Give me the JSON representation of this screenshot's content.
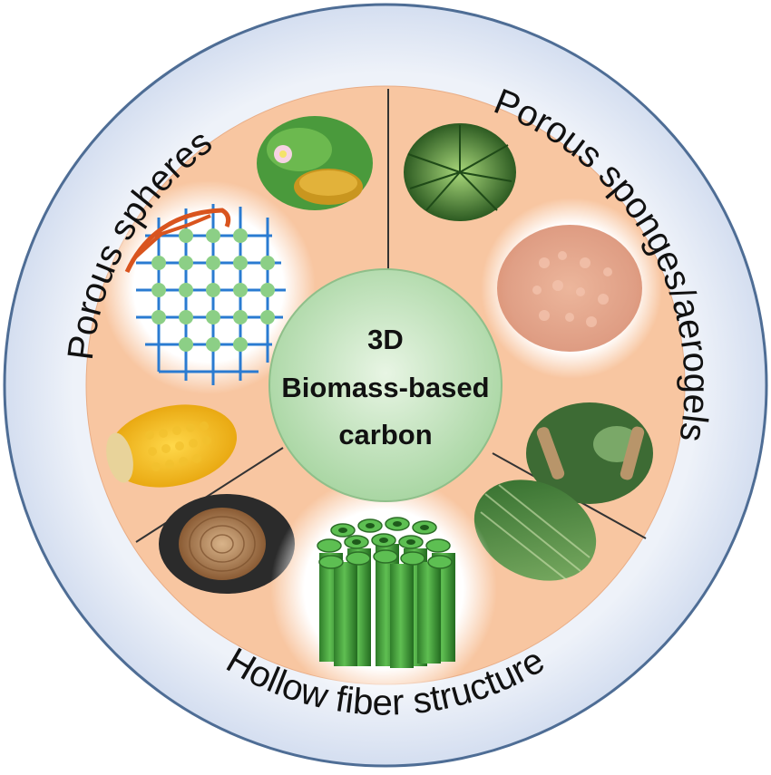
{
  "center": {
    "line1": "3D",
    "line2": "Biomass-based",
    "line3": "carbon"
  },
  "sections": {
    "porous_spheres": "Porous spheres",
    "porous_sponges": "Porous sponges/aerogels",
    "hollow_fiber": "Hollow fiber structure"
  },
  "colors": {
    "outer_ring": "#dde6f3",
    "outer_border": "#4e6d95",
    "inner_fill": "#f8c6a1",
    "center_fill": "#bfe0bb",
    "divider": "#333333",
    "text": "#111111"
  }
}
